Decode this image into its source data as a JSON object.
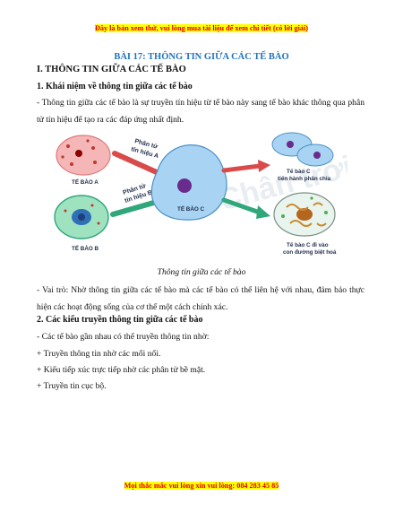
{
  "banners": {
    "top": "Đây là bản xem thử, vui lòng mua tài liệu để xem chi tiết (có lời giải)",
    "bottom": "Mọi thắc mắc vui lòng xin vui lòng: 084 283 45 85"
  },
  "lesson_title": "BÀI 17: THÔNG TIN GIỮA CÁC TẾ BÀO",
  "section_heading": "I. THÔNG TIN GIỮA CÁC TẾ BÀO",
  "concept": {
    "heading": "1. Khái niệm về thông tin giữa các tế bào",
    "text": "- Thông tin giữa các tế bào là sự truyền tín hiệu từ tế bào này sang tế bào khác thông qua phân tử tín hiệu để tạo ra các đáp ứng nhất định."
  },
  "figure": {
    "labels": {
      "cell_a": "TẾ BÀO A",
      "cell_b": "TẾ BÀO B",
      "cell_c": "TẾ BÀO C",
      "signal_a_line1": "Phân tử",
      "signal_a_line2": "tín hiệu A",
      "signal_b_line1": "Phân tử",
      "signal_b_line2": "tín hiệu B",
      "out1_line1": "Tế bào C",
      "out1_line2": "tiến hành phân chia",
      "out2_line1": "Tế bào C đi vào",
      "out2_line2": "con đường biệt hoá"
    },
    "caption": "Thông tin giữa các tế bào"
  },
  "role": {
    "text": "- Vai trò: Nhờ thông tin giữa các tế bào mà các tế bào có thể liên hệ với nhau, đảm bảo thực hiện các hoạt động sống của cơ thể một cách chính xác."
  },
  "types": {
    "heading": "2. Các kiểu truyền thông tin giữa các tế bào",
    "items": [
      "- Các tế bào gần nhau có thể truyền thông tin nhờ:",
      "+ Truyền thông tin nhờ các mối nối.",
      "+ Kiểu tiếp xúc trực tiếp nhờ các phân tử bề mặt.",
      "+ Truyền tin cục bộ."
    ]
  },
  "colors": {
    "banner_text": "#e00000",
    "banner_bg": "#ffff00",
    "title": "#1e73be"
  }
}
